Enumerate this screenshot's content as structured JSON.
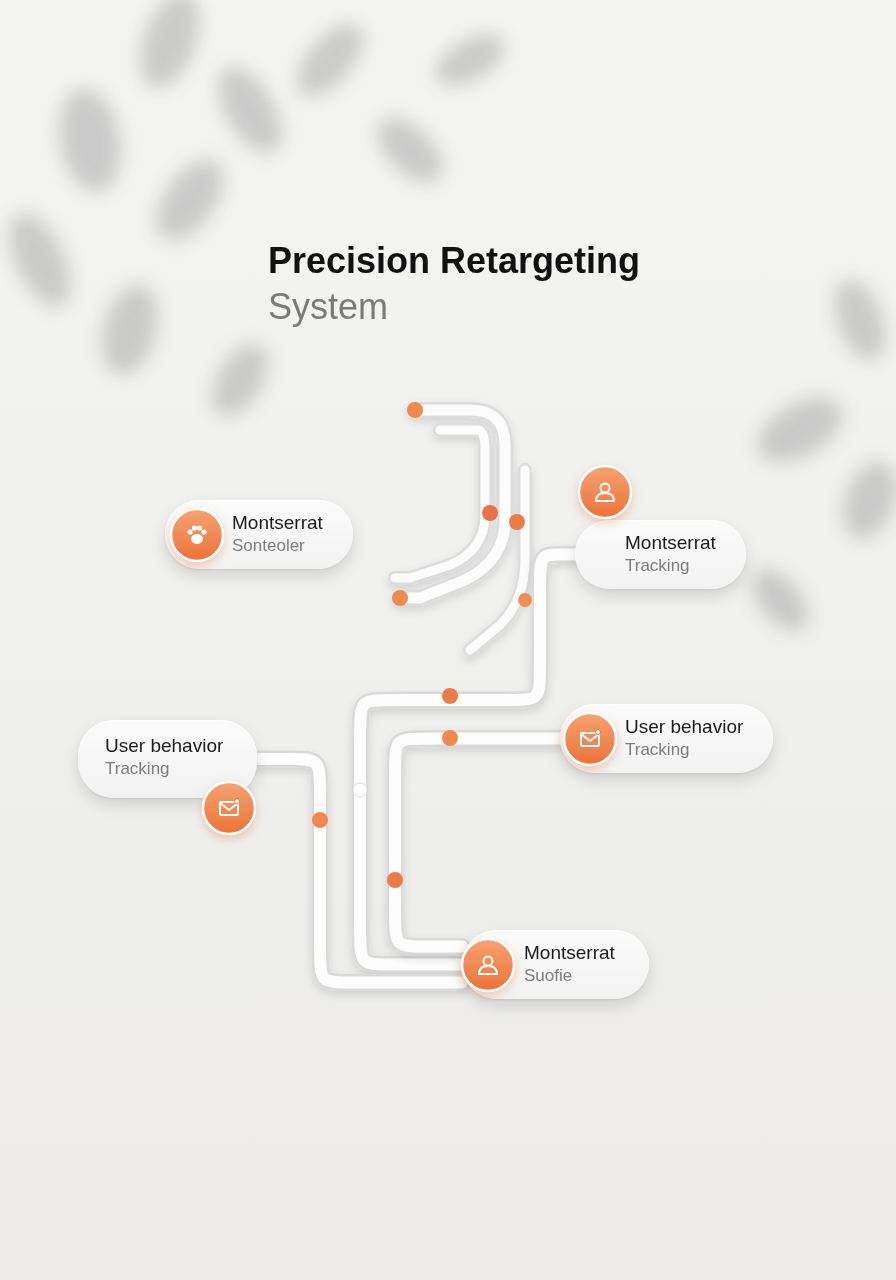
{
  "diagram": {
    "title": "Precision Retargeting System",
    "nodes": [
      {
        "text": [
          "Montserrat",
          "Sonteoler"
        ]
      },
      {
        "text": [
          "Montserrat",
          "Tracking"
        ]
      },
      {
        "text": [
          "User behavior",
          "Tracking"
        ]
      },
      {
        "text": [
          "User behavior",
          "Tracking"
        ]
      },
      {
        "text": [
          "Montserrat",
          "Suofie"
        ]
      }
    ],
    "edges": [
      {
        "from": 1,
        "to": 4,
        "arrow": "none"
      },
      {
        "from": 2,
        "to": 4,
        "arrow": "none"
      },
      {
        "from": 3,
        "to": 4,
        "arrow": "none"
      }
    ]
  }
}
